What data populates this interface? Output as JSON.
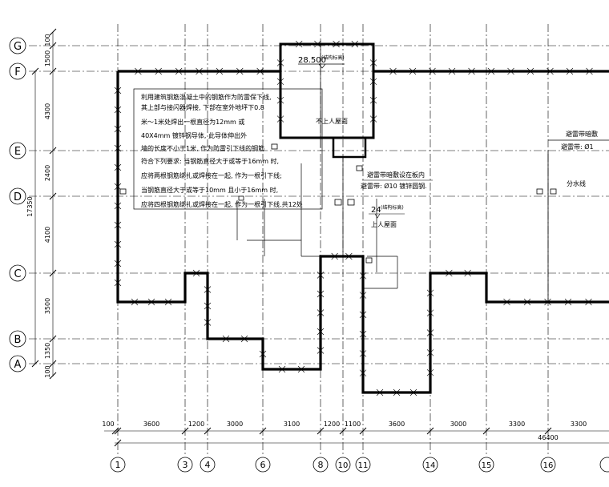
{
  "axes": {
    "rows": [
      "G",
      "F",
      "E",
      "D",
      "C",
      "B",
      "A"
    ],
    "cols": [
      "1",
      "3",
      "4",
      "6",
      "8",
      "10",
      "11",
      "14",
      "15",
      "16"
    ]
  },
  "dims": {
    "left": [
      "100",
      "1500",
      "4300",
      "2400",
      "4100",
      "3500",
      "1350",
      "100"
    ],
    "left_total": "17350",
    "bottom": [
      "100",
      "3600",
      "1200",
      "3000",
      "3100",
      "1200",
      "1100",
      "3600",
      "3000",
      "3300",
      "3300"
    ],
    "bottom_total": "46400"
  },
  "note": {
    "line1": "利用建筑钢筋混凝土中的钢筋作为防雷保下线,",
    "line2": "其上部与接闪器焊接, 下部在室外地坪下0.8",
    "line3": "米～1米处焊出一根直径为12mm 或",
    "line4": "40X4mm 镀锌钢导体, 此导体伸出外",
    "line5": "墙的长度不小于1米, 作为防雷引下线的钢筋",
    "line6": "符合下列要求: 当钢筋直径大于或等于16mm 时,",
    "line7": "应将两根钢筋绑扎或焊接在一起, 作为一根引下线;",
    "line8": "当钢筋直径大于或等于10mm 且小于16mm 时,",
    "line9": "应将四根钢筋绑扎或焊接在一起, 作为一根引下线.共12处"
  },
  "labels": {
    "elev_top": "28.500",
    "elev_top_note": "(结构标高)",
    "roof_exit": "不上人屋面",
    "conductor_note1": "避雷带暗敷设在板内",
    "conductor_note2": "避雷带: Ø10 镀锌圆钢.",
    "right_note1": "避雷带暗敷",
    "right_note2": "避雷带: Ø1",
    "divider": "分水线",
    "elev_mid": "24",
    "elev_mid_note": "(结构标高)",
    "roof_access": "上人屋面"
  }
}
